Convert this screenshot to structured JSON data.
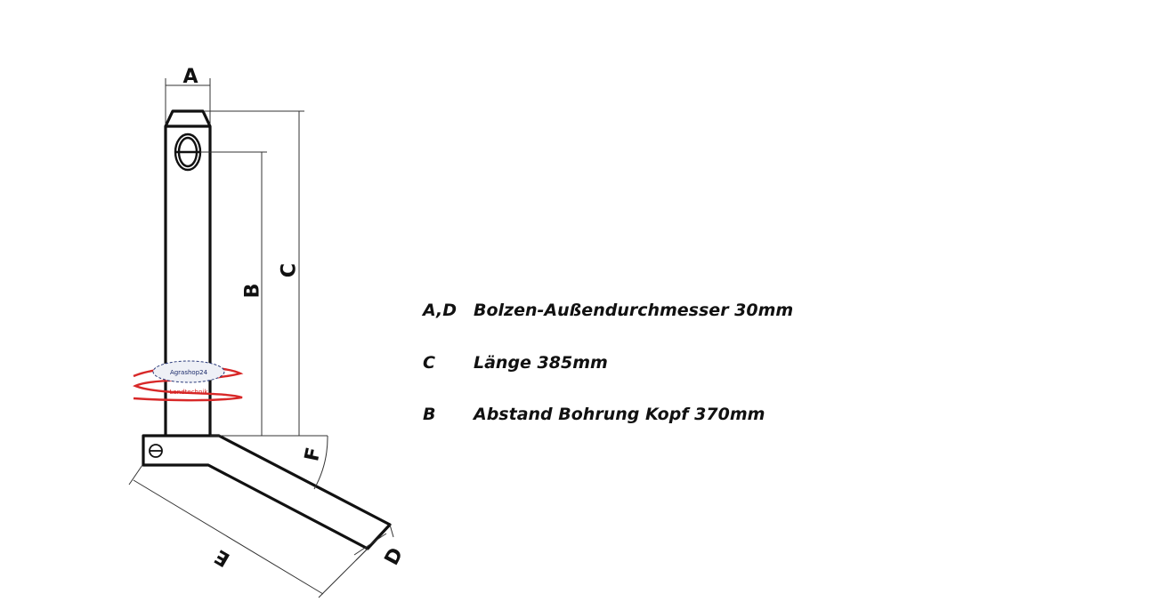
{
  "drawing": {
    "labels": {
      "a": "A",
      "b": "B",
      "c": "C",
      "d": "D",
      "e": "E",
      "f": "F"
    },
    "watermark": {
      "shop": "Agrashop24",
      "tagline": "Landtechnik"
    }
  },
  "legend": [
    {
      "key": "A,D",
      "description": "Bolzen-Außendurchmesser 30mm"
    },
    {
      "key": "C",
      "description": "Länge 385mm"
    },
    {
      "key": "B",
      "description": "Abstand Bohrung Kopf 370mm"
    }
  ]
}
